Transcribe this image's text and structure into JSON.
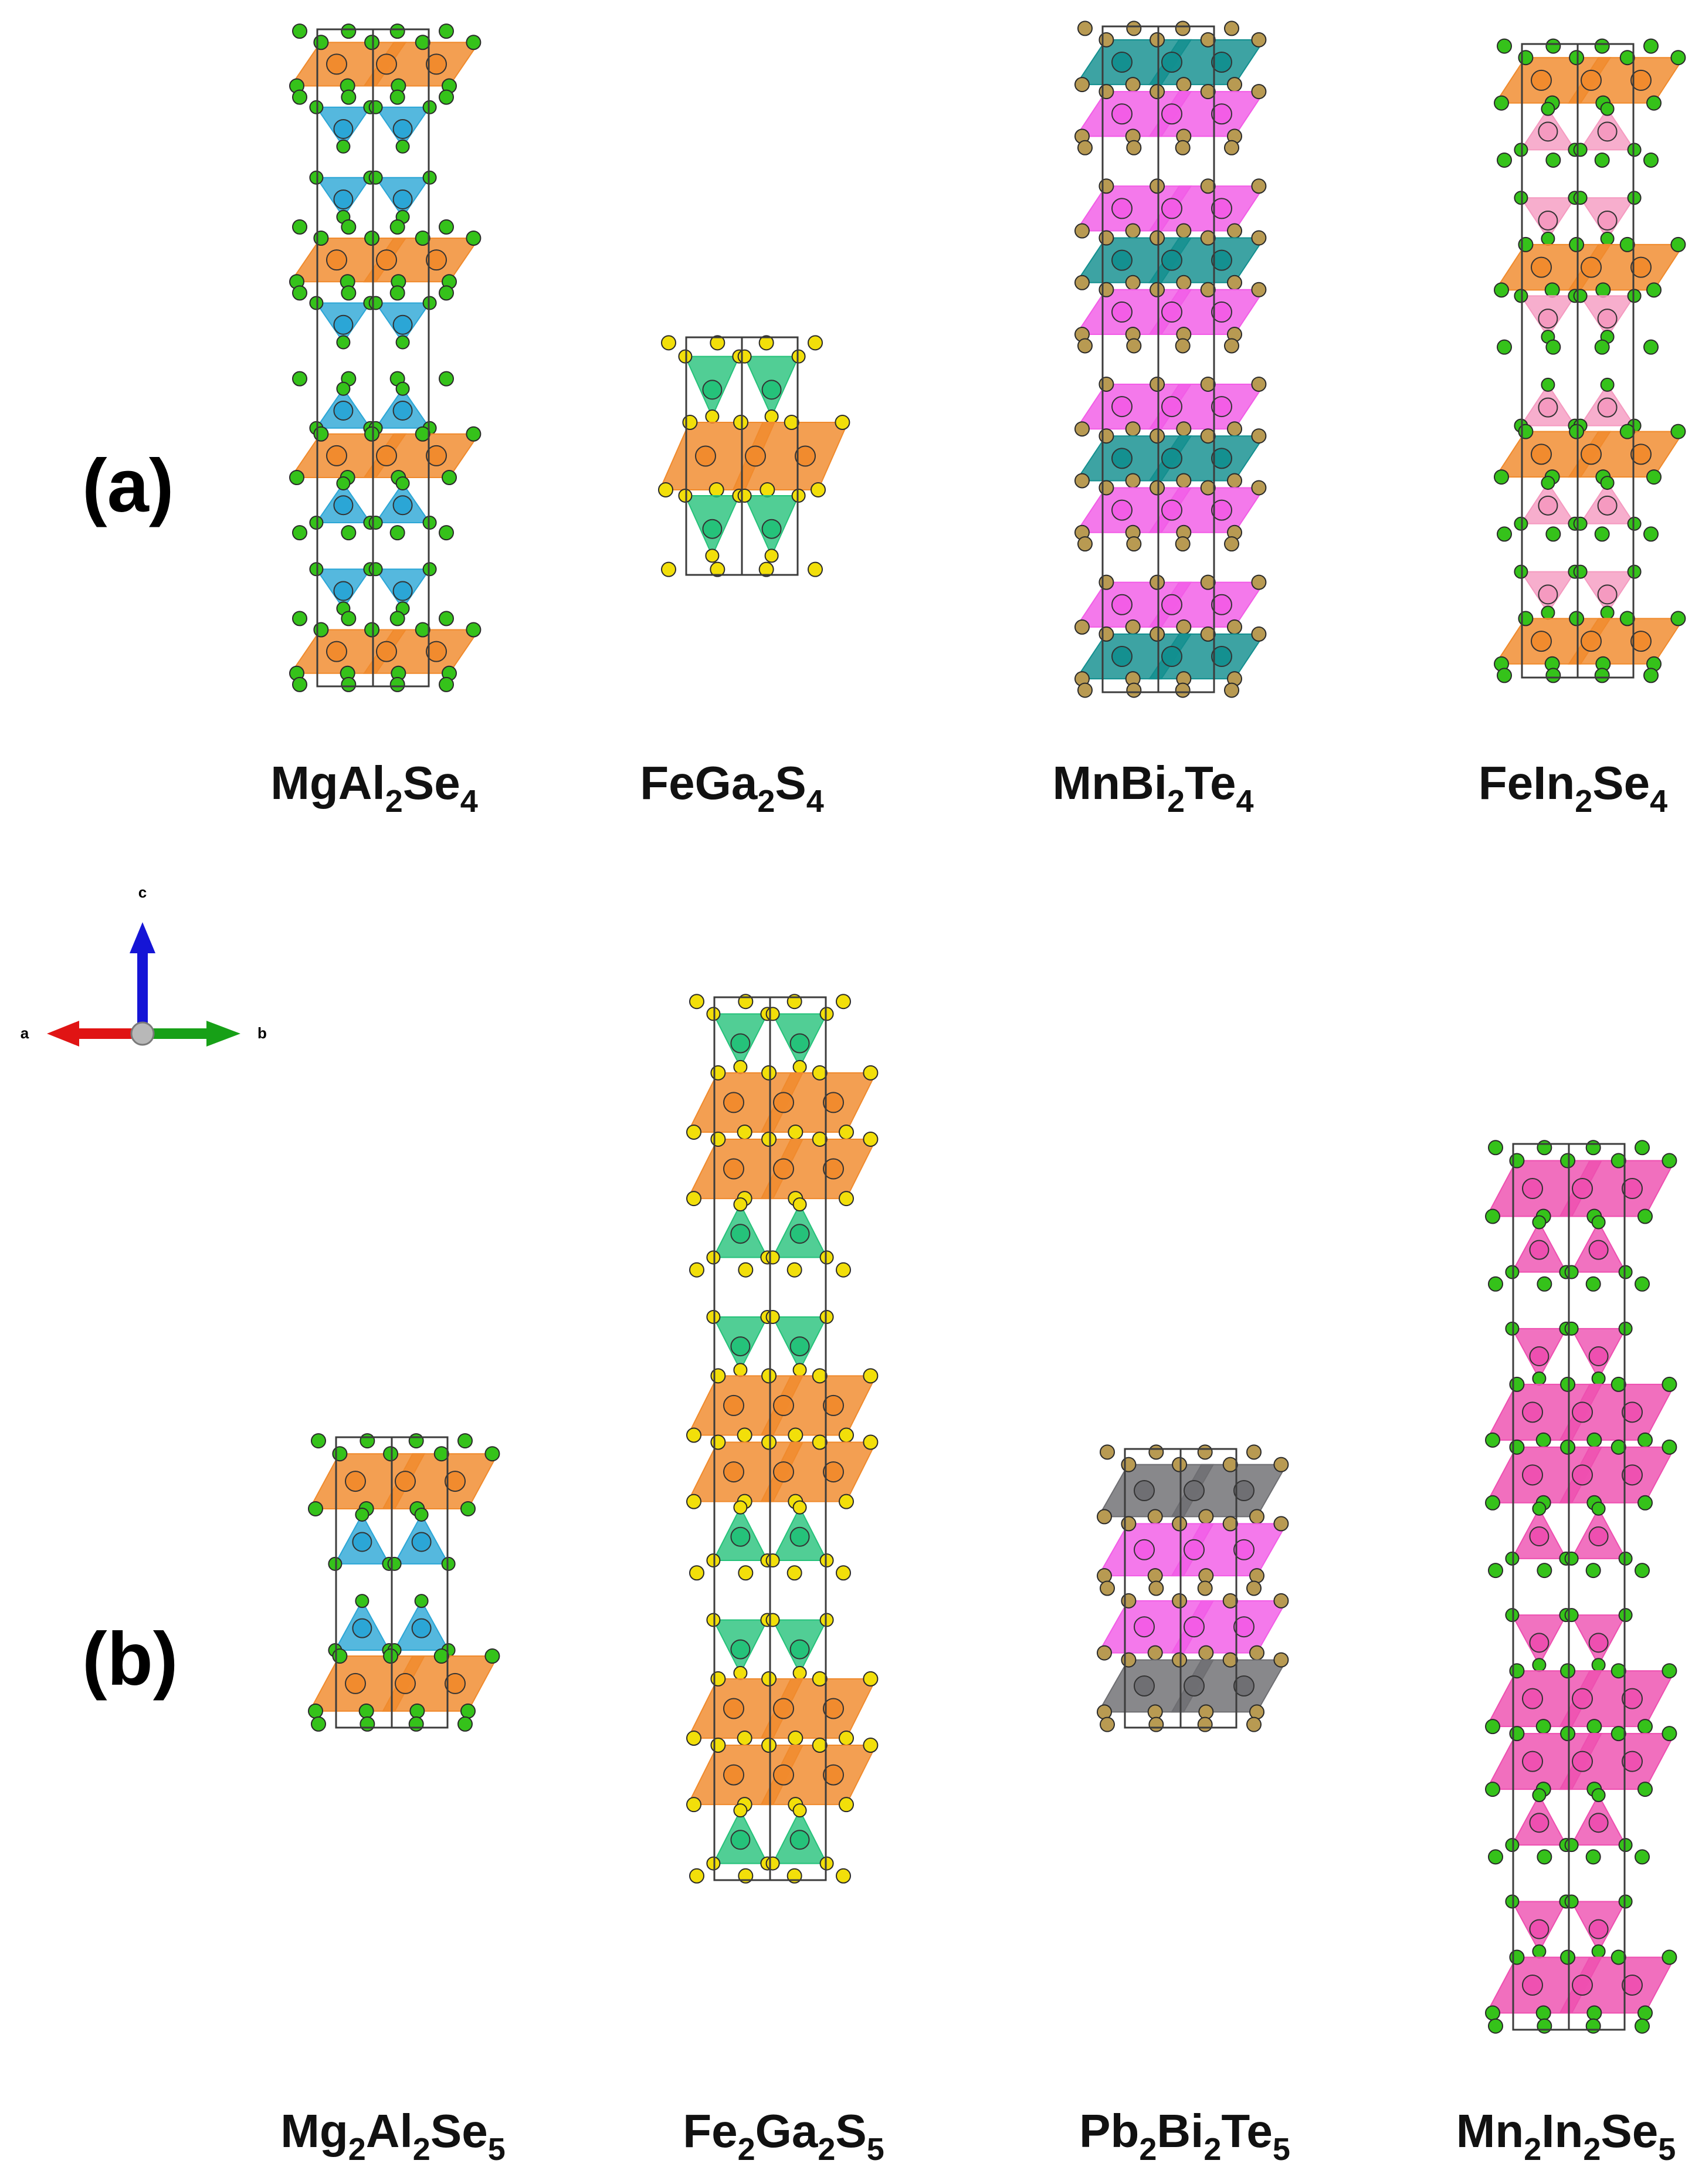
{
  "panels": [
    {
      "label": "(a)",
      "structures": [
        {
          "formula": [
            {
              "t": "MgAl"
            },
            {
              "t": "2",
              "sub": true
            },
            {
              "t": "Se"
            },
            {
              "t": "4",
              "sub": true
            }
          ],
          "layers": [
            "atom:green",
            "oct:orange",
            "atom:green",
            "tet:blue",
            "gap",
            "tet:blue",
            "atom:green",
            "oct:orange",
            "atom:green",
            "tet:blue",
            "gap",
            "atom:green",
            "tet:blue",
            "oct:orange",
            "tet:blue",
            "atom:green",
            "gap",
            "tet:blue",
            "atom:green",
            "oct:orange",
            "atom:green"
          ]
        },
        {
          "formula": [
            {
              "t": "FeGa"
            },
            {
              "t": "2",
              "sub": true
            },
            {
              "t": "S"
            },
            {
              "t": "4",
              "sub": true
            }
          ],
          "layers": [
            "atom:yellow",
            "tet:green",
            "oct:orange",
            "tet:green",
            "atom:yellow"
          ]
        },
        {
          "formula": [
            {
              "t": "MnBi"
            },
            {
              "t": "2",
              "sub": true
            },
            {
              "t": "Te"
            },
            {
              "t": "4",
              "sub": true
            }
          ],
          "layers": [
            "atom:gold",
            "oct:teal",
            "oct:magenta",
            "atom:gold",
            "gap",
            "oct:magenta",
            "oct:teal",
            "oct:magenta",
            "atom:gold",
            "gap",
            "oct:magenta",
            "oct:teal",
            "oct:magenta",
            "atom:gold",
            "gap",
            "oct:magenta",
            "oct:teal",
            "atom:gold"
          ]
        },
        {
          "formula": [
            {
              "t": "FeIn"
            },
            {
              "t": "2",
              "sub": true
            },
            {
              "t": "Se"
            },
            {
              "t": "4",
              "sub": true
            }
          ],
          "layers": [
            "atom:green",
            "oct:orange",
            "tet:pink",
            "atom:green",
            "gap",
            "tet:pink",
            "oct:orange",
            "tet:pink",
            "atom:green",
            "gap",
            "tet:pink",
            "oct:orange",
            "tet:pink",
            "atom:green",
            "gap",
            "tet:pink",
            "oct:orange",
            "atom:green"
          ]
        }
      ]
    },
    {
      "label": "(b)",
      "structures": [
        {
          "formula": [
            {
              "t": "Mg"
            },
            {
              "t": "2",
              "sub": true
            },
            {
              "t": "Al"
            },
            {
              "t": "2",
              "sub": true
            },
            {
              "t": "Se"
            },
            {
              "t": "5",
              "sub": true
            }
          ],
          "layers": [
            "atom:green",
            "oct:orange",
            "tet:blue",
            "gap",
            "tet:blue",
            "oct:orange",
            "atom:green"
          ]
        },
        {
          "formula": [
            {
              "t": "Fe"
            },
            {
              "t": "2",
              "sub": true
            },
            {
              "t": "Ga"
            },
            {
              "t": "2",
              "sub": true
            },
            {
              "t": "S"
            },
            {
              "t": "5",
              "sub": true
            }
          ],
          "layers": [
            "atom:yellow",
            "tet:green",
            "oct:orange",
            "oct:orange",
            "tet:green",
            "atom:yellow",
            "gap",
            "tet:green",
            "oct:orange",
            "oct:orange",
            "tet:green",
            "atom:yellow",
            "gap",
            "tet:green",
            "oct:orange",
            "oct:orange",
            "tet:green",
            "atom:yellow"
          ]
        },
        {
          "formula": [
            {
              "t": "Pb"
            },
            {
              "t": "2",
              "sub": true
            },
            {
              "t": "Bi"
            },
            {
              "t": "2",
              "sub": true
            },
            {
              "t": "Te"
            },
            {
              "t": "5",
              "sub": true
            }
          ],
          "layers": [
            "atom:gold",
            "oct:gray",
            "oct:magenta",
            "atom:gold",
            "oct:magenta",
            "oct:gray",
            "atom:gold"
          ]
        },
        {
          "formula": [
            {
              "t": "Mn"
            },
            {
              "t": "2",
              "sub": true
            },
            {
              "t": "In"
            },
            {
              "t": "2",
              "sub": true
            },
            {
              "t": "Se"
            },
            {
              "t": "5",
              "sub": true
            }
          ],
          "layers": [
            "atom:green",
            "oct:pinkdeep",
            "tet:pinkdeep",
            "atom:green",
            "gap",
            "tet:pinkdeep",
            "oct:pinkdeep",
            "oct:pinkdeep",
            "tet:pinkdeep",
            "atom:green",
            "gap",
            "tet:pinkdeep",
            "oct:pinkdeep",
            "oct:pinkdeep",
            "tet:pinkdeep",
            "atom:green",
            "gap",
            "tet:pinkdeep",
            "oct:pinkdeep",
            "atom:green"
          ]
        }
      ]
    }
  ],
  "axes": {
    "c": "c",
    "a": "a",
    "b": "b"
  },
  "colors": {
    "orange": "#f08a2c",
    "blue": "#2ba6d6",
    "green": "#25c27a",
    "teal": "#128f8f",
    "magenta": "#f25ce6",
    "pink": "#f59ac0",
    "pinkdeep": "#ee4fb0",
    "gray": "#6e6e72",
    "atom_green": "#35c21a",
    "atom_yellow": "#f2df0a",
    "atom_gold": "#b89a52",
    "axis_c": "#1515d6",
    "axis_a": "#e01414",
    "axis_b": "#17a017"
  }
}
